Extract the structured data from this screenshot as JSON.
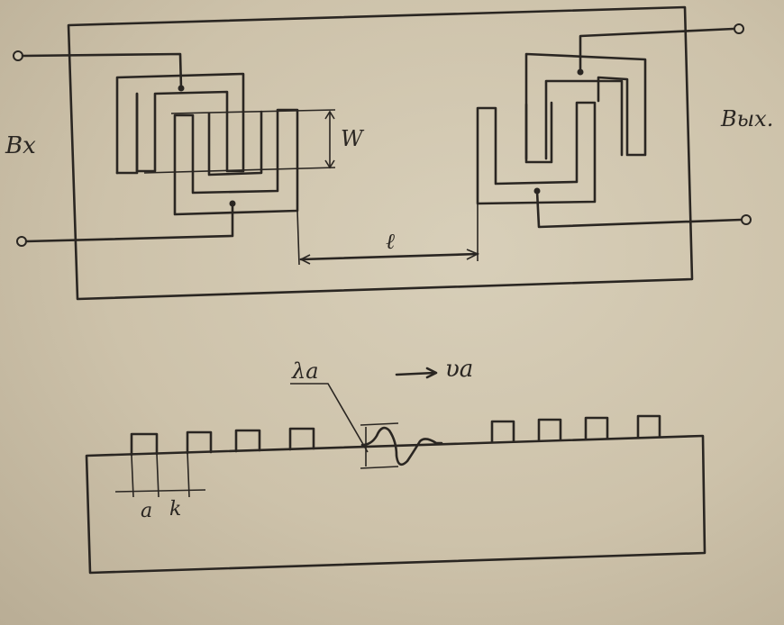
{
  "labels": {
    "input": "Вх",
    "output": "Вых.",
    "aperture": "W",
    "distance": "ℓ",
    "wavelength": "λa",
    "velocity": "υa",
    "finger_width": "a",
    "finger_gap": "k"
  }
}
